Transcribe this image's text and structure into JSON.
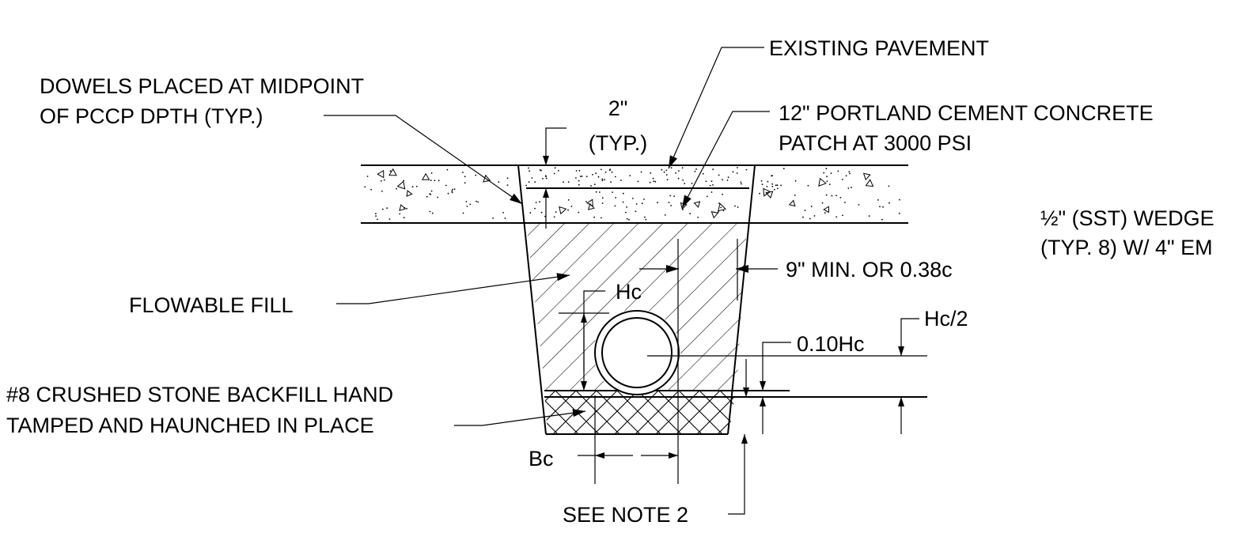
{
  "labels": {
    "existing_pavement": "EXISTING PAVEMENT",
    "dowels_line1": "DOWELS PLACED AT MIDPOINT",
    "dowels_line2": "OF PCCP DPTH (TYP.)",
    "two_inch": "2\"",
    "typ": "(TYP.)",
    "pccp_line1": "12\" PORTLAND CEMENT CONCRETE",
    "pccp_line2": "PATCH AT 3000 PSI",
    "wedge_line1": "½\" (SST) WEDGE",
    "wedge_line2": "(TYP. 8) W/ 4\" EM",
    "min_clearance": "9\" MIN. OR 0.38c",
    "flowable_fill": "FLOWABLE FILL",
    "hc": "Hc",
    "hc_half": "Hc/2",
    "ten_pct_hc": "0.10Hc",
    "stone_line1": "#8 CRUSHED STONE BACKFILL HAND",
    "stone_line2": "TAMPED AND HAUNCHED IN PLACE",
    "bc": "Bc",
    "see_note": "SEE NOTE 2"
  },
  "colors": {
    "ink": "#000000",
    "background": "#ffffff"
  }
}
